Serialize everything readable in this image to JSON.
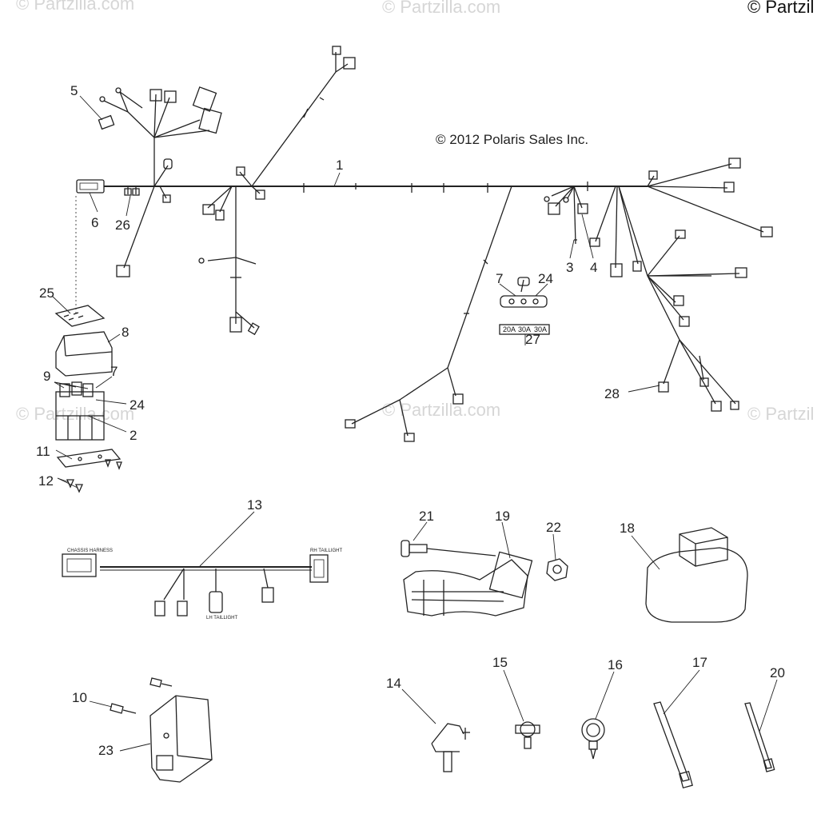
{
  "watermarks": {
    "top_left": "© Partzilla.com",
    "top_center": "© Partzilla.com",
    "top_right": "© Partzil",
    "mid_left": "© Partzilla.com",
    "mid_center": "© Partzilla.com",
    "mid_right": "© Partzil"
  },
  "copyright": "© 2012 Polaris Sales Inc.",
  "fuse_label": {
    "ratings": [
      "20A",
      "30A",
      "30A"
    ]
  },
  "callouts": [
    "1",
    "2",
    "3",
    "4",
    "5",
    "6",
    "7",
    "7",
    "8",
    "9",
    "10",
    "11",
    "12",
    "13",
    "14",
    "15",
    "16",
    "17",
    "18",
    "19",
    "20",
    "21",
    "22",
    "23",
    "24",
    "24",
    "25",
    "26",
    "27",
    "28"
  ],
  "sub_harness_labels": {
    "left_connector": "CHASSIS HARNESS",
    "right_connector": "RH TAILLIGHT",
    "center_connector": "LH TAILLIGHT"
  },
  "colors": {
    "line": "#222222",
    "watermark": "#d6d6d6",
    "background": "#ffffff"
  }
}
